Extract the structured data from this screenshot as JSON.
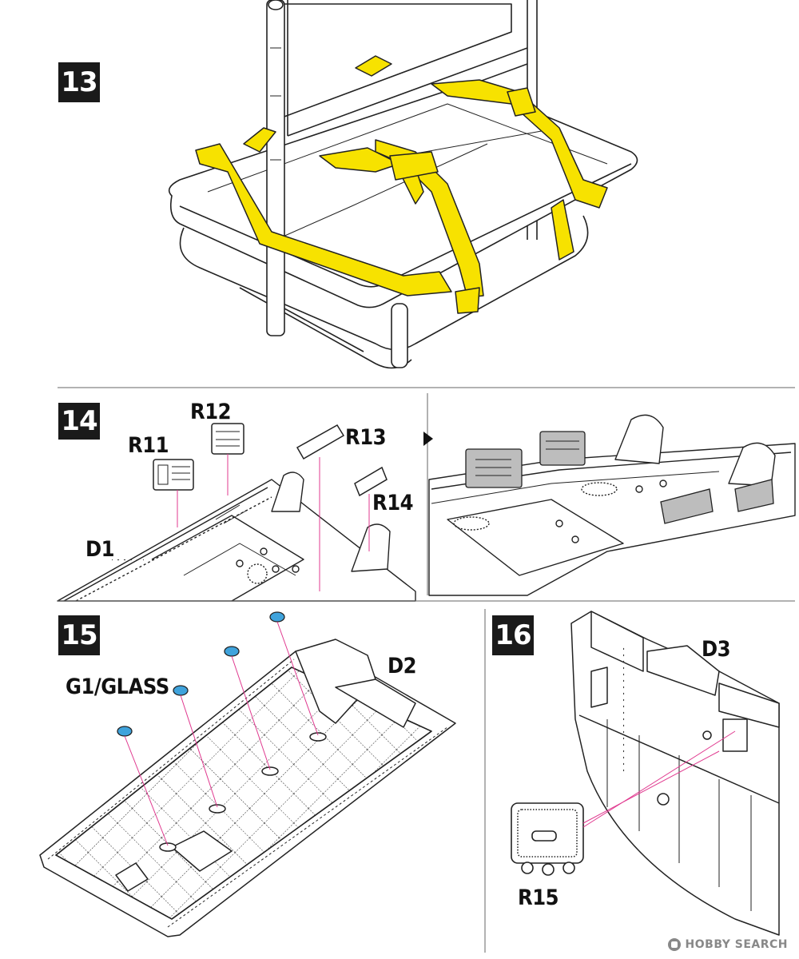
{
  "steps": {
    "s13": "13",
    "s14": "14",
    "s15": "15",
    "s16": "16"
  },
  "parts": {
    "r11": "R11",
    "r12": "R12",
    "r13": "R13",
    "r14": "R14",
    "d1": "D1",
    "d2": "D2",
    "d3": "D3",
    "g1": "G1/GLASS",
    "r15": "R15"
  },
  "watermark": "HOBBY SEARCH",
  "colors": {
    "strap_yellow": "#f7e200",
    "glass_blue": "#3fa3dc",
    "leader_pink": "#e0398f",
    "line": "#222222",
    "resin_grey": "#bdbdbd"
  }
}
